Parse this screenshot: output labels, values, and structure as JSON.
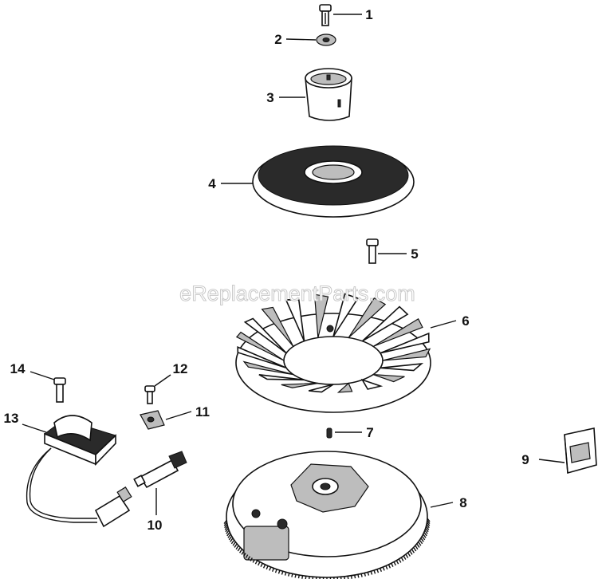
{
  "watermark": "eReplacementParts.com",
  "callouts": {
    "p1": "1",
    "p2": "2",
    "p3": "3",
    "p4": "4",
    "p5": "5",
    "p6": "6",
    "p7": "7",
    "p8": "8",
    "p9": "9",
    "p10": "10",
    "p11": "11",
    "p12": "12",
    "p13": "13",
    "p14": "14"
  }
}
